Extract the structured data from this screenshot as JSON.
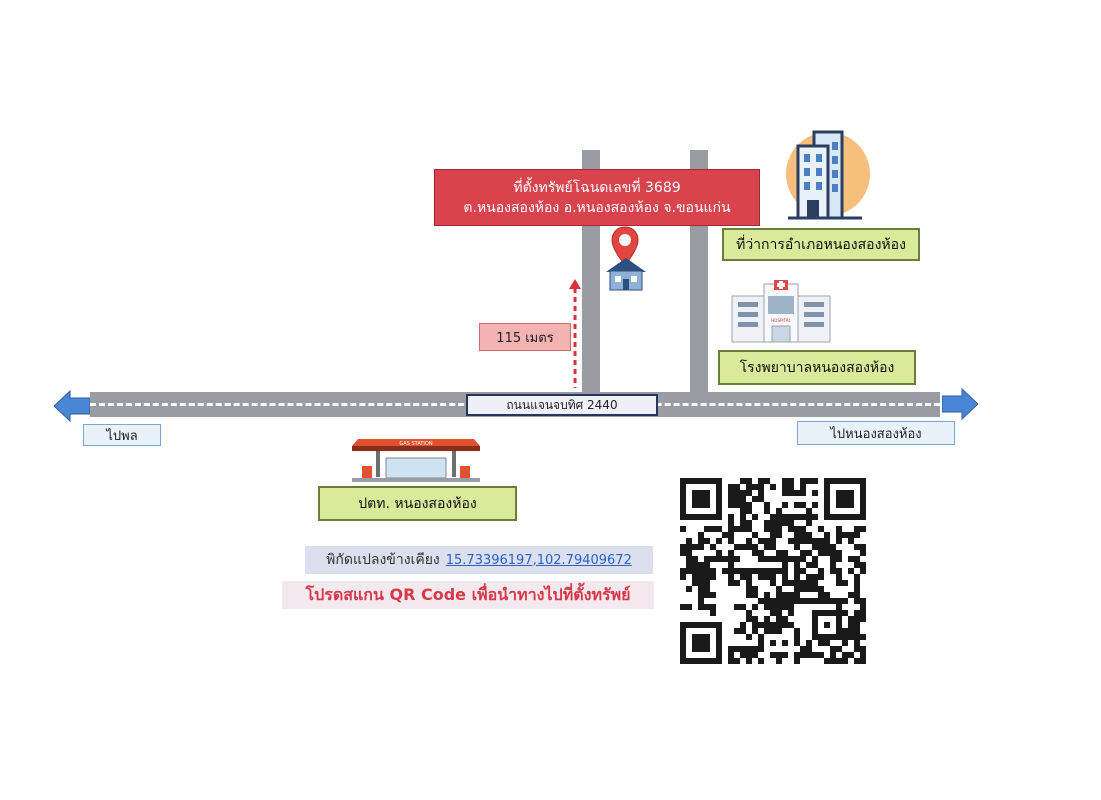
{
  "map": {
    "property_title_line1": "ที่ตั้งทรัพย์โฉนดเลขที่ 3689",
    "property_title_line2": "ต.หนองสองห้อง อ.หนองสองห้อง จ.ขอนแก่น",
    "road_name": "ถนนแจนจบทิศ 2440",
    "distance_label": "115 เมตร",
    "direction_left": "ไปพล",
    "direction_right": "ไปหนองสองห้อง",
    "landmarks": {
      "district_office": "ที่ว่าการอำเภอหนองสองห้อง",
      "hospital": "โรงพยาบาลหนองสองห้อง",
      "gas_station": "ปตท. หนองสองห้อง",
      "hospital_sign": "HOSPITAL",
      "gas_sign": "GAS STATION"
    },
    "coordinates_label": "พิกัดแปลงข้างเคียง",
    "coordinates_value": "15.73396197,102.79409672",
    "scan_prompt": "โปรดสแกน QR Code เพื่อนำทางไปที่ตั้งทรัพย์"
  },
  "colors": {
    "road": "#9a9ca4",
    "title_box": "#d8434d",
    "landmark_box": "#d9ea9a",
    "arrow": "#4a86d6"
  },
  "icons": [
    "building-icon",
    "hospital-icon",
    "gas-station-icon",
    "house-icon",
    "location-pin-icon",
    "qr-code"
  ]
}
